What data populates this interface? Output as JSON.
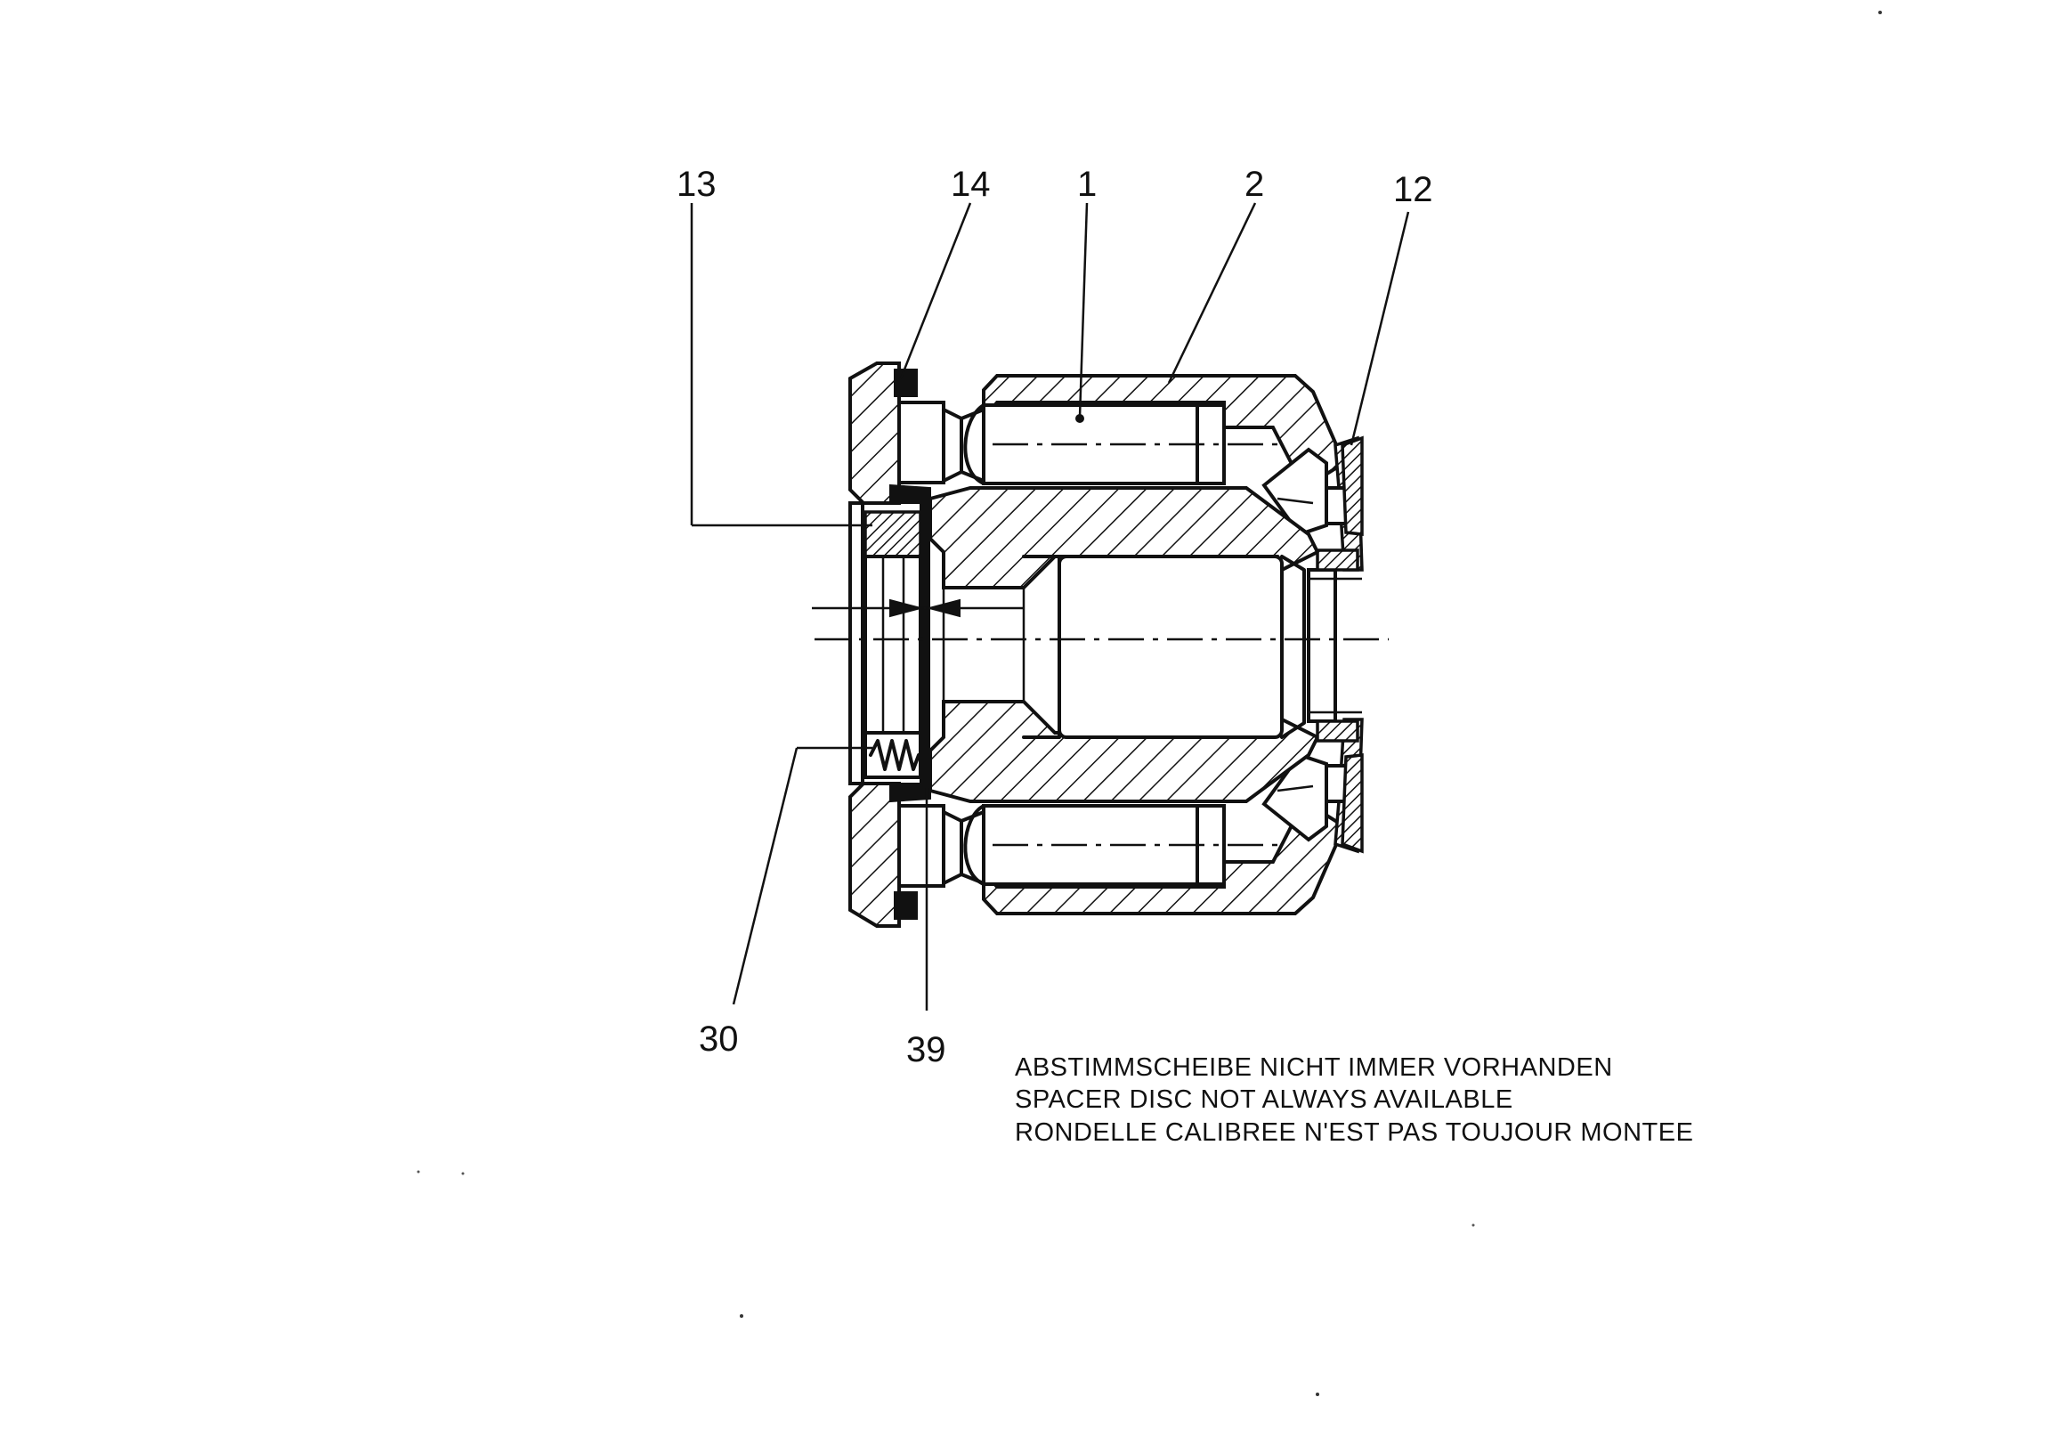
{
  "callouts": {
    "c13": "13",
    "c14": "14",
    "c1": "1",
    "c2": "2",
    "c12": "12",
    "c30": "30",
    "c39": "39"
  },
  "note": {
    "line_de": "ABSTIMMSCHEIBE NICHT IMMER VORHANDEN",
    "line_en": "SPACER DISC NOT ALWAYS AVAILABLE",
    "line_fr": "RONDELLE CALIBREE N'EST PAS TOUJOUR MONTEE"
  },
  "colors": {
    "ink": "#111111",
    "paper": "#ffffff"
  }
}
